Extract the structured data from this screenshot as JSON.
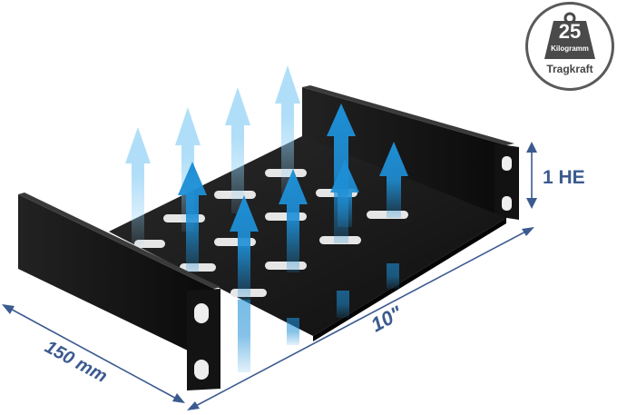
{
  "product": {
    "load_badge": {
      "value": "25",
      "unit": "Kilogramm",
      "label": "Tragkraft",
      "icon": "weight-icon"
    },
    "height_label": "1 HE",
    "width_label": "10\"",
    "depth_label": "150 mm"
  },
  "colors": {
    "dimension_lines": "#3b5a8f",
    "shelf_metal": "#1c1c1c",
    "airflow_arrows": "#1e8fd6",
    "badge_border": "#5a5a5a"
  }
}
